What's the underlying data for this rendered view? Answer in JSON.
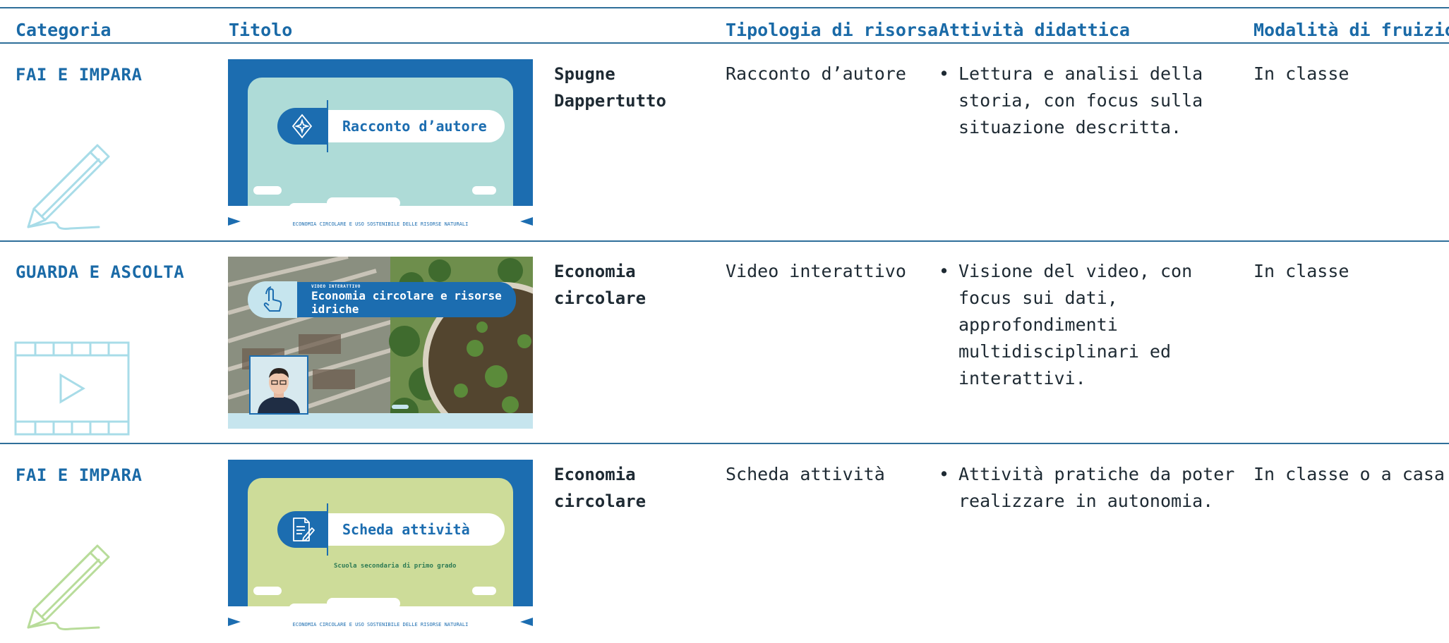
{
  "table": {
    "headers": {
      "category": "Categoria",
      "title": "Titolo",
      "resource_type": "Tipologia di risorsa",
      "activity": "Attività didattica",
      "mode": "Modalità di fruizione"
    },
    "rows": [
      {
        "category": "FAI E IMPARA",
        "category_icon": "pencil-icon",
        "thumbnail": {
          "label": "Racconto d’autore",
          "footer": "ECONOMIA CIRCOLARE E USO SOSTENIBILE DELLE RISORSE NATURALI",
          "icon": "diamond-star-icon",
          "bg": "#aedbd7"
        },
        "title": "Spugne Dappertutto",
        "resource_type": "Racconto d’autore",
        "activity": "Lettura e analisi della storia, con focus sulla situazione descritta.",
        "mode": "In classe"
      },
      {
        "category": "GUARDA E ASCOLTA",
        "category_icon": "video-film-icon",
        "thumbnail": {
          "kicker": "VIDEO INTERATTIVO",
          "label": "Economia circolare e risorse idriche",
          "icon": "hand-pointer-icon"
        },
        "title": "Economia circolare",
        "resource_type": "Video interattivo",
        "activity": "Visione del video, con focus sui dati, approfondimenti multidisciplinari ed interattivi.",
        "mode": "In classe"
      },
      {
        "category": "FAI E IMPARA",
        "category_icon": "pencil-icon",
        "thumbnail": {
          "label": "Scheda attività",
          "sublabel": "Scuola secondaria di primo grado",
          "footer": "ECONOMIA CIRCOLARE E USO SOSTENIBILE DELLE RISORSE NATURALI",
          "icon": "document-pen-icon",
          "bg": "#cddc99"
        },
        "title": "Economia circolare",
        "resource_type": "Scheda attività",
        "activity": "Attività pratiche da poter realizzare in autonomia.",
        "mode": "In classe o a casa"
      }
    ]
  },
  "colors": {
    "accent": "#1a6aa7",
    "rule": "#2f6f9a",
    "thumb_frame": "#1c6db0",
    "pencil_blue": "#a8dce8",
    "pencil_green": "#b8dc9a"
  }
}
